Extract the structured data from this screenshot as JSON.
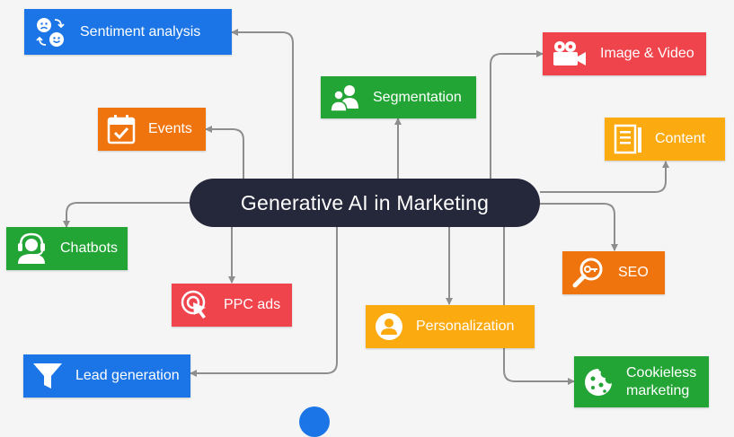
{
  "central_topic": "Generative AI in Marketing",
  "nodes": {
    "sentiment_analysis": "Sentiment analysis",
    "segmentation": "Segmentation",
    "image_video": "Image & Video",
    "events": "Events",
    "content": "Content",
    "chatbots": "Chatbots",
    "seo": "SEO",
    "ppc_ads": "PPC ads",
    "personalization": "Personalization",
    "lead_generation": "Lead generation",
    "cookieless_marketing_line1": "Cookieless",
    "cookieless_marketing_line2": "marketing"
  },
  "icons": {
    "sentiment_analysis": "faces-swap-icon",
    "segmentation": "users-icon",
    "image_video": "video-camera-icon",
    "events": "calendar-check-icon",
    "content": "document-icon",
    "chatbots": "headset-agent-icon",
    "seo": "search-key-icon",
    "ppc_ads": "click-target-icon",
    "personalization": "user-circle-icon",
    "lead_generation": "funnel-icon",
    "cookieless_marketing": "cookie-icon"
  },
  "colors": {
    "hub": "#25273a",
    "blue": "#1b75e6",
    "green": "#23a536",
    "red": "#f0444c",
    "orange": "#f0740e",
    "amber": "#fbaa10",
    "connector": "#8e8e8e"
  }
}
